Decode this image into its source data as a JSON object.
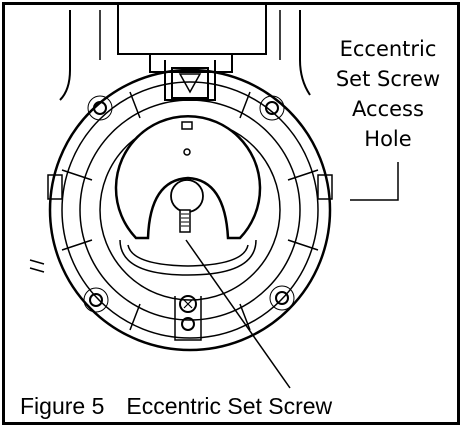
{
  "figure": {
    "callout_lines": [
      "Eccentric",
      "Set Screw",
      "Access",
      "Hole"
    ],
    "caption_number": "Figure 5",
    "caption_title": "Eccentric Set Screw"
  }
}
